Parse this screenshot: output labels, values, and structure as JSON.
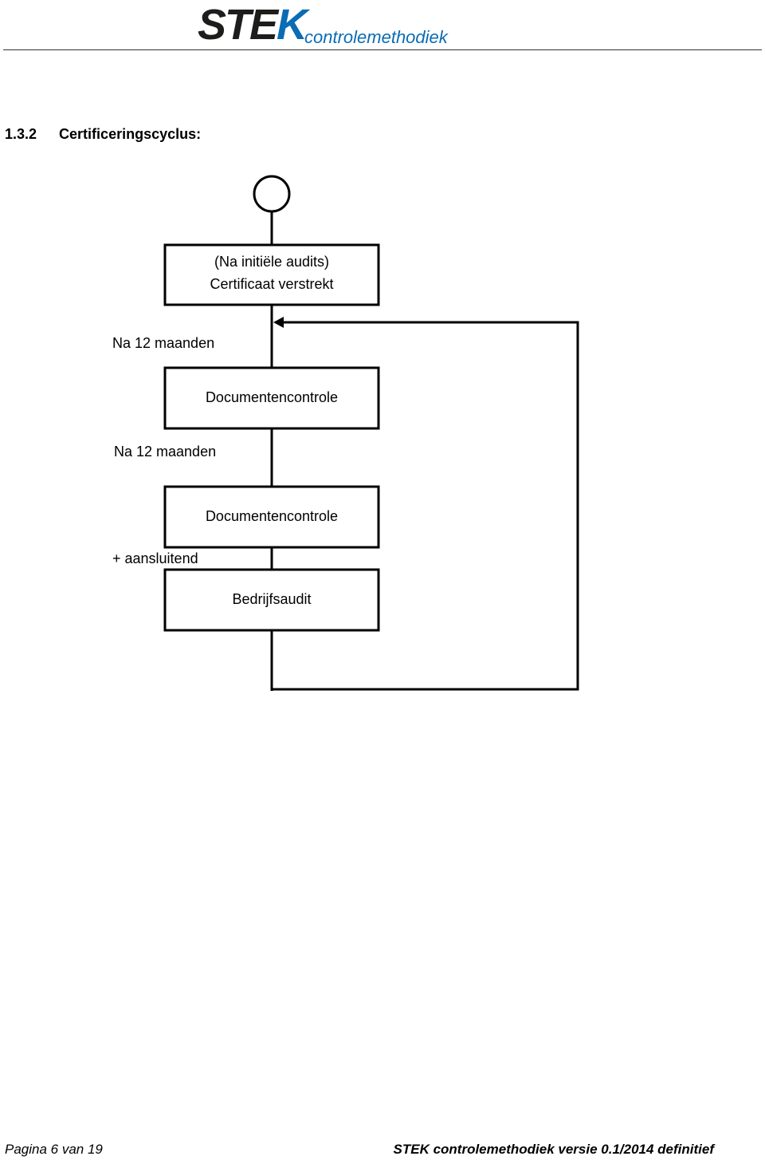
{
  "header": {
    "logo": "STEK",
    "subtitle": "controlemethodiek",
    "brand_color": "#0a6cb4"
  },
  "section": {
    "number": "1.3.2",
    "title": "Certificeringscyclus:"
  },
  "flowchart": {
    "box1_line1": "(Na initiële audits)",
    "box1_line2": "Certificaat verstrekt",
    "label1": "Na 12 maanden",
    "box2": "Documentencontrole",
    "label2": "Na 12 maanden",
    "box3": "Documentencontrole",
    "label3": "+ aansluitend",
    "box4": "Bedrijfsaudit"
  },
  "footer": {
    "page": "Pagina 6 van 19",
    "doc": "STEK controlemethodiek versie 0.1/2014 definitief"
  }
}
